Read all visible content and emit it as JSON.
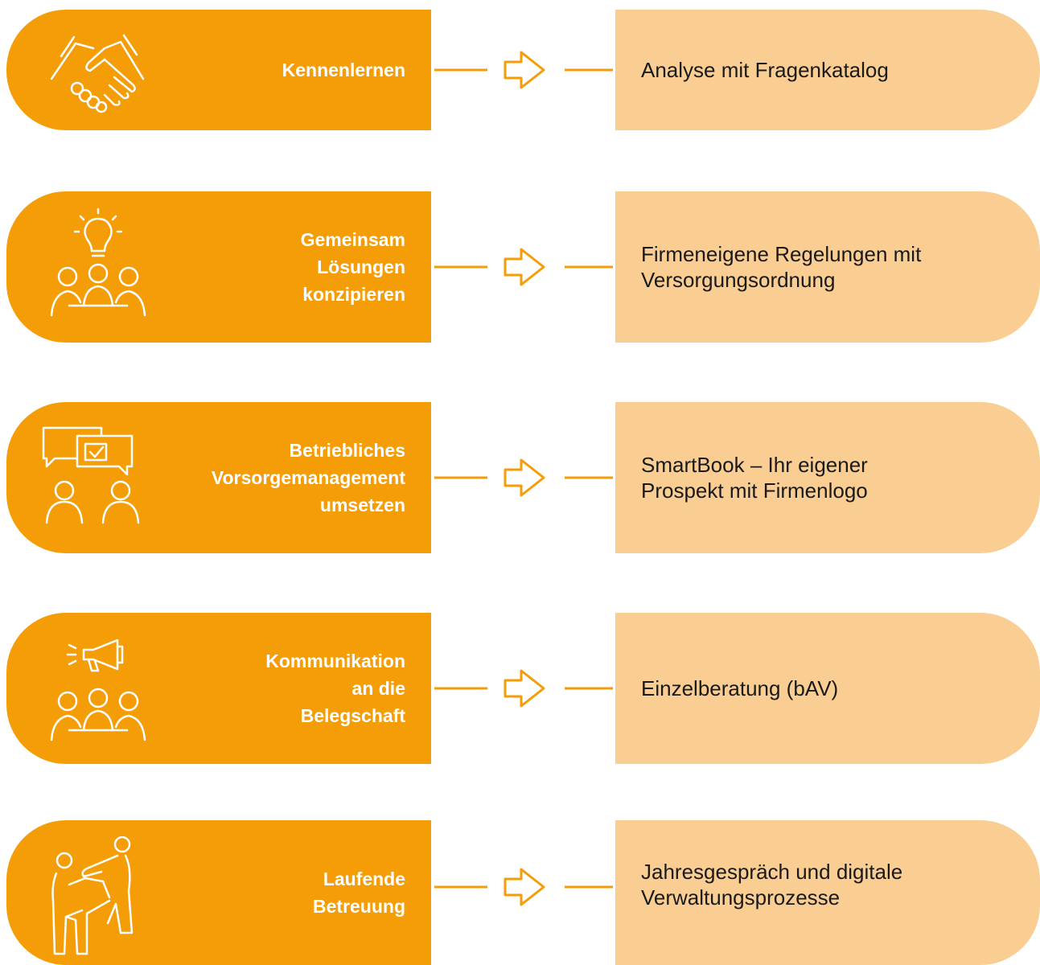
{
  "colors": {
    "primary": "#f59d06",
    "secondary": "#facd92",
    "white": "#ffffff"
  },
  "steps": [
    {
      "icon": "handshake-icon",
      "title": "Kennenlernen",
      "description": "Analyse mit Fragenkatalog"
    },
    {
      "icon": "team-idea-icon",
      "title": "Gemeinsam\nLösungen\nkonzipieren",
      "description": "Firmeneigene Regelungen mit\nVersorgungsordnung"
    },
    {
      "icon": "chat-check-icon",
      "title": "Betriebliches\nVorsorgemanagement\numsetzen",
      "description": "SmartBook – Ihr eigener\nProspekt mit Firmenlogo"
    },
    {
      "icon": "megaphone-team-icon",
      "title": "Kommunikation\nan die\nBelegschaft",
      "description": "Einzelberatung (bAV)"
    },
    {
      "icon": "support-icon",
      "title": "Laufende\nBetreuung",
      "description": "Jahresgespräch und digitale\nVerwaltungsprozesse"
    }
  ]
}
